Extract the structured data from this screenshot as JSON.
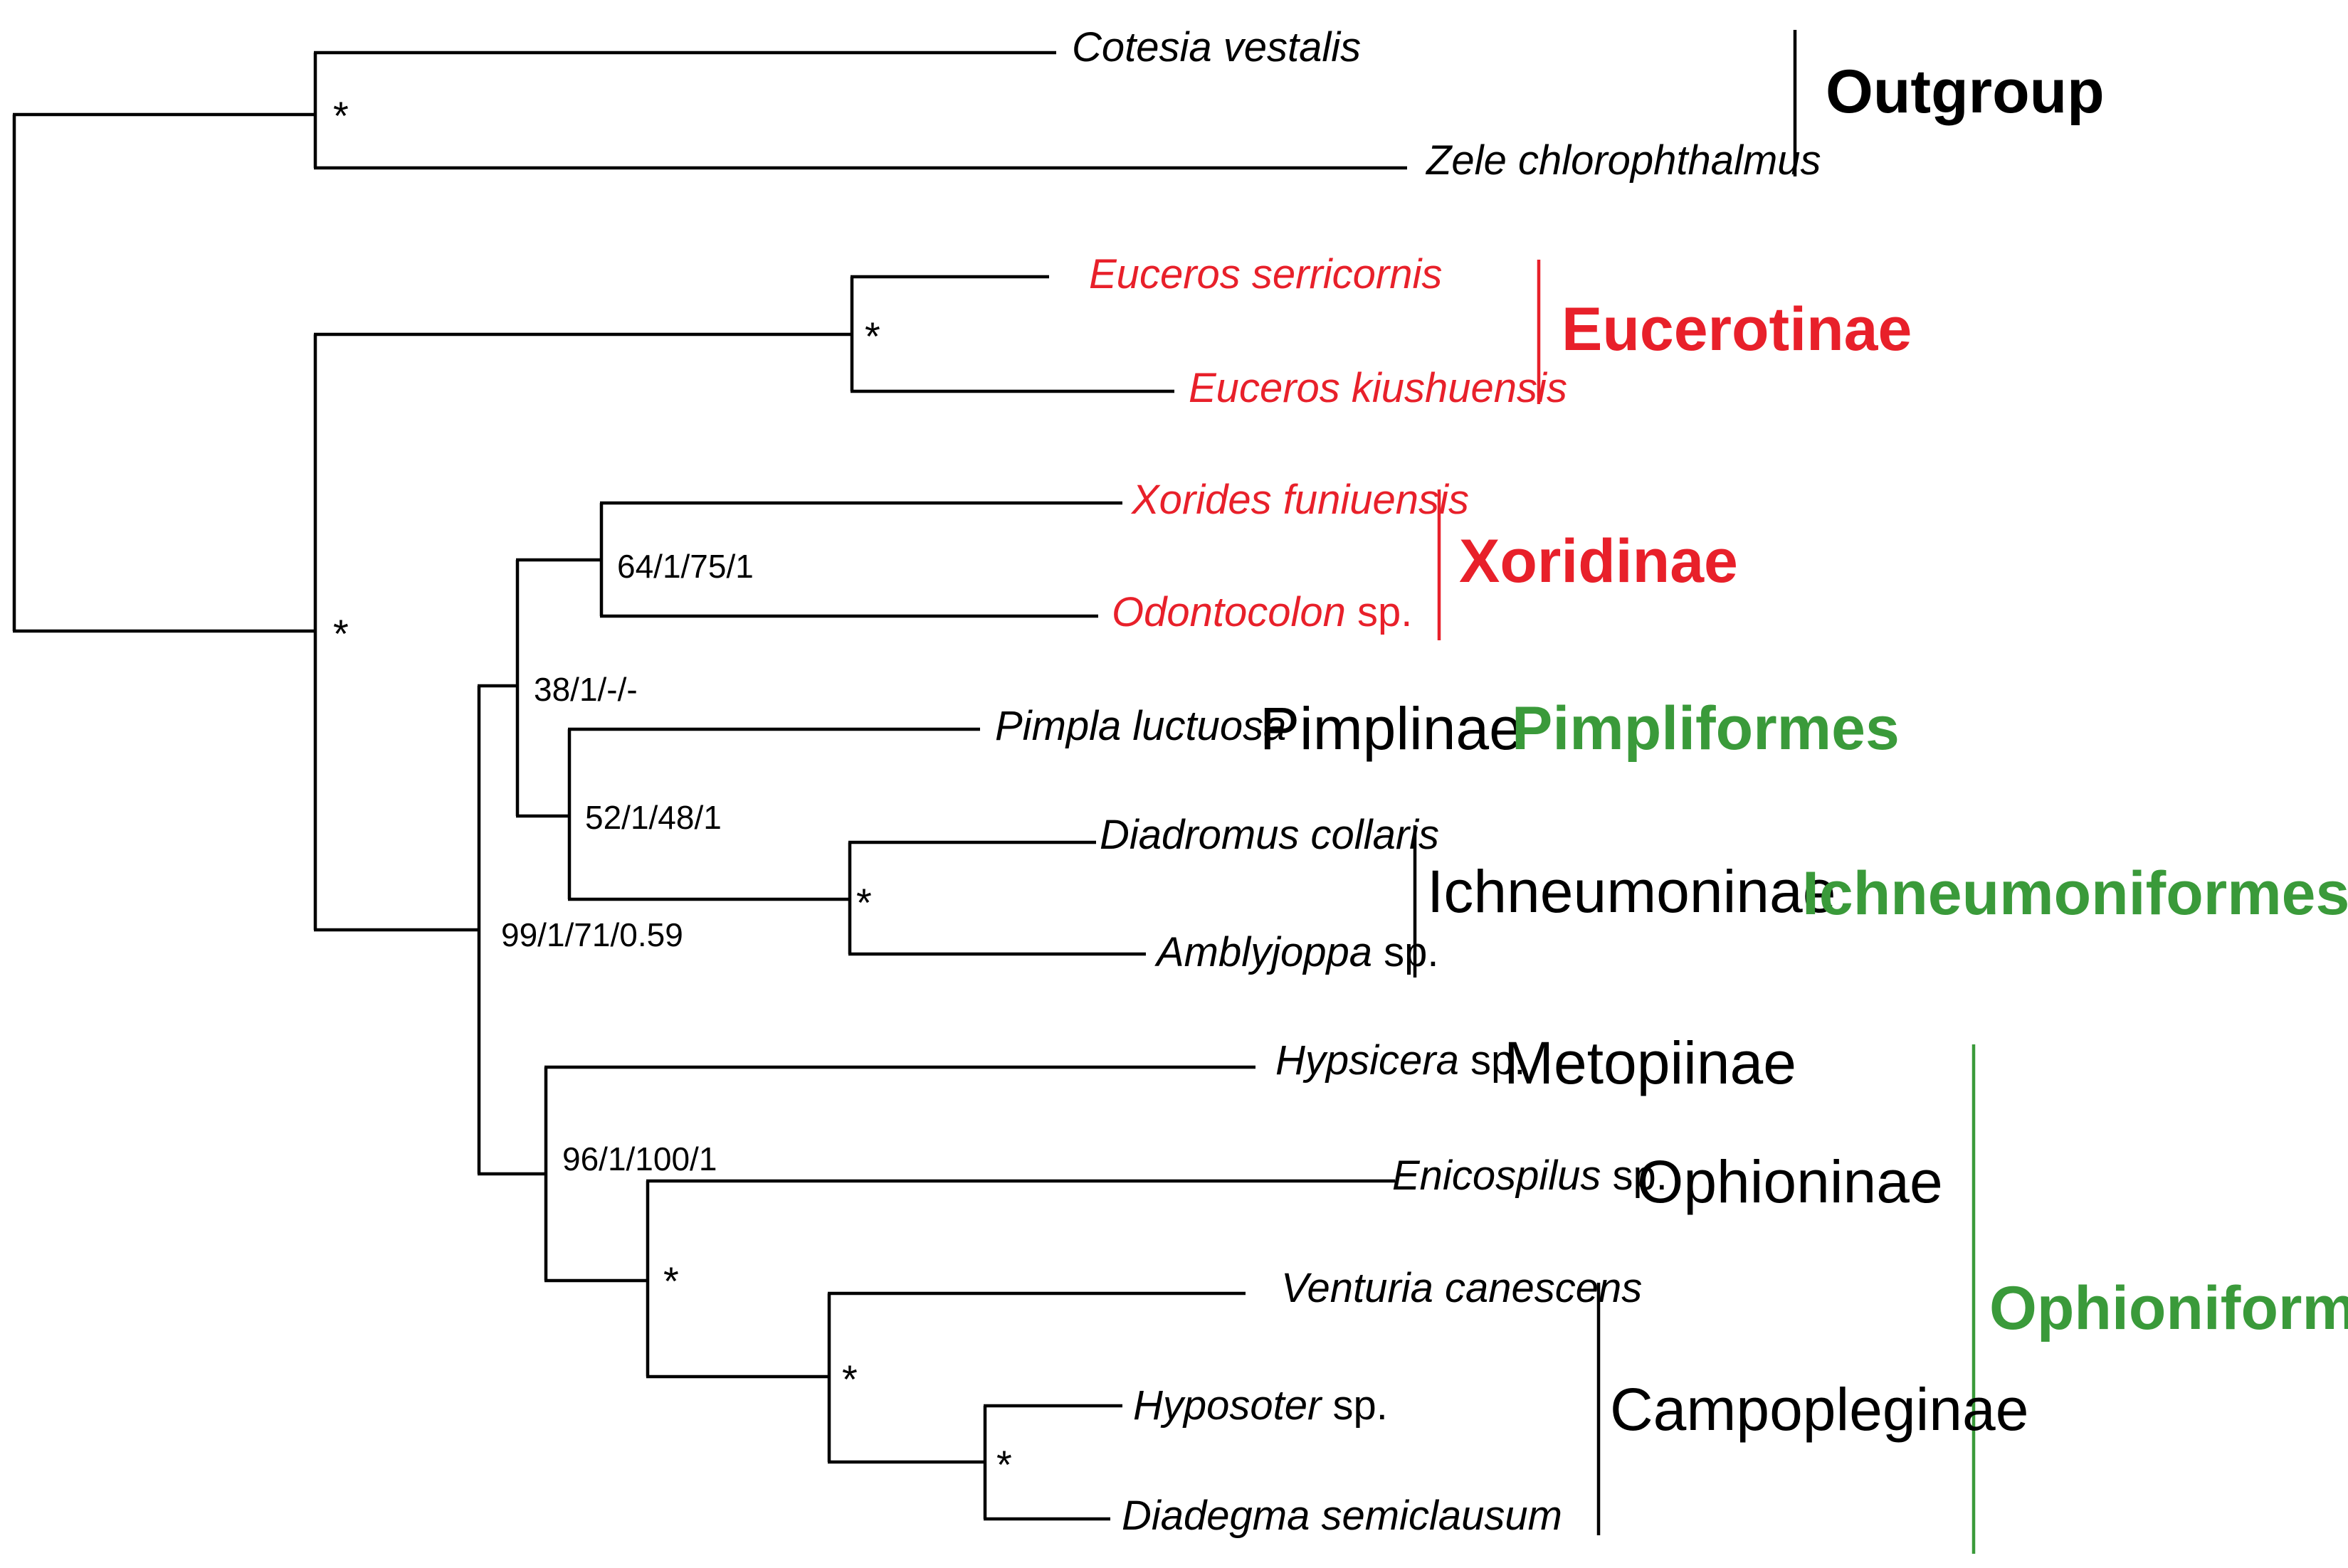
{
  "colors": {
    "black": "#000000",
    "red": "#e8202a",
    "green": "#3a9a3a"
  },
  "taxa": {
    "cotesia": {
      "italic": "Cotesia vestalis",
      "plain": ""
    },
    "zele": {
      "italic": "Zele chlorophthalmus",
      "plain": ""
    },
    "euceros_ser": {
      "italic": "Euceros serricornis",
      "plain": ""
    },
    "euceros_kiu": {
      "italic": "Euceros kiushuensis",
      "plain": ""
    },
    "xorides": {
      "italic": "Xorides funiuensis",
      "plain": ""
    },
    "odontocolon": {
      "italic": "Odontocolon",
      "plain": " sp."
    },
    "pimpla": {
      "italic": "Pimpla luctuosa",
      "plain": ""
    },
    "diadromus": {
      "italic": "Diadromus collaris",
      "plain": ""
    },
    "amblyjoppa": {
      "italic": "Amblyjoppa",
      "plain": " sp."
    },
    "hypsicera": {
      "italic": "Hypsicera",
      "plain": " sp."
    },
    "enicospilus": {
      "italic": "Enicospilus",
      "plain": " sp."
    },
    "venturia": {
      "italic": "Venturia canescens",
      "plain": ""
    },
    "hyposoter": {
      "italic": "Hyposoter",
      "plain": " sp."
    },
    "diadegma": {
      "italic": "Diadegma semiclausum",
      "plain": ""
    }
  },
  "support": {
    "outgroup_node": "*",
    "ingroup_node": "*",
    "euceros_node": "*",
    "xoridinae_node": "64/1/75/1",
    "node_38": "38/1/-/-",
    "node_52": "52/1/48/1",
    "ichneumoninae_node": "*",
    "node_99": "99/1/71/0.59",
    "node_96": "96/1/100/1",
    "ophion_camp_node": "*",
    "campopleginae_node": "*",
    "hyposoter_diadegma_node": "*"
  },
  "groups": {
    "outgroup": "Outgroup",
    "eucerotinae": "Eucerotinae",
    "xoridinae": "Xoridinae",
    "pimplinae": "Pimplinae",
    "pimpliformes": "Pimpliformes",
    "ichneumoninae": "Ichneumoninae",
    "ichneumoniformes": "Ichneumoniformes",
    "metopiinae": "Metopiinae",
    "ophioninae": "Ophioninae",
    "campopleginae": "Campopleginae",
    "ophioniformes": "Ophioniformes"
  }
}
